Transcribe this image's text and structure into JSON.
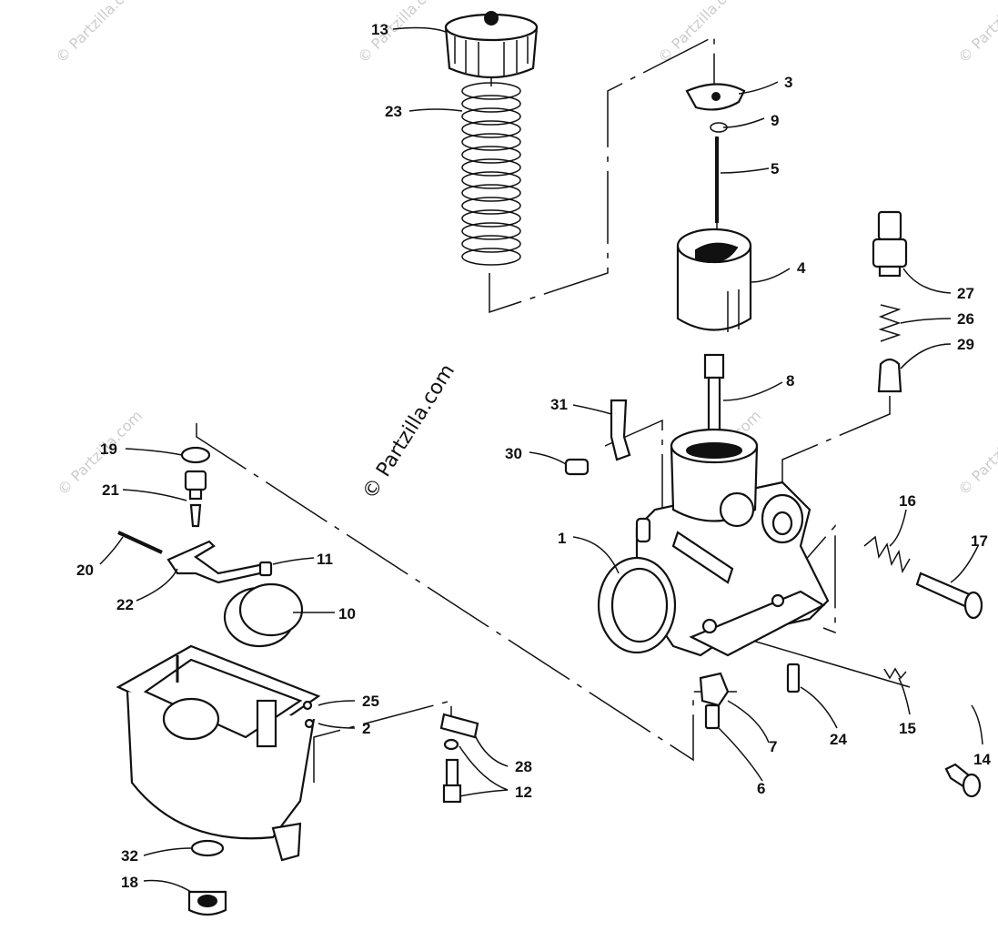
{
  "diagram": {
    "watermark_main": "© Partzilla.com",
    "watermark_faint": "© Partzilla.com",
    "callouts": [
      "1",
      "2",
      "3",
      "4",
      "5",
      "6",
      "7",
      "8",
      "9",
      "10",
      "11",
      "12",
      "13",
      "14",
      "15",
      "16",
      "17",
      "18",
      "19",
      "20",
      "21",
      "22",
      "23",
      "24",
      "25",
      "26",
      "27",
      "28",
      "29",
      "30",
      "31",
      "32"
    ]
  }
}
